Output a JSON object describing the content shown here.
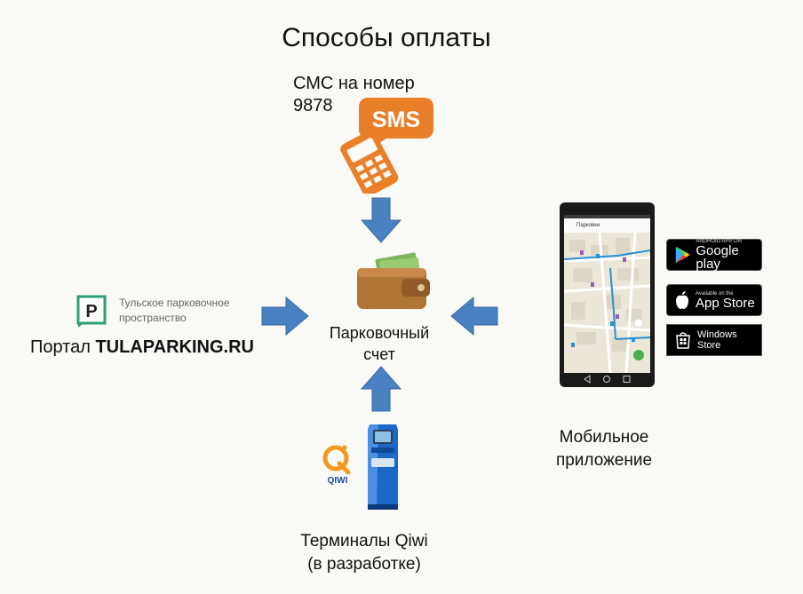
{
  "title": "Способы оплаты",
  "sms": {
    "caption_line1": "СМС на номер",
    "caption_line2": "9878",
    "icon_text": "SMS"
  },
  "center": {
    "caption_line1": "Парковочный",
    "caption_line2": "счет"
  },
  "portal": {
    "brand_line1": "Тульское парковочное",
    "brand_line2": "пространство",
    "logo_letter": "P",
    "caption_prefix": "Портал ",
    "caption_site": "TULAPARKING.RU"
  },
  "mobile": {
    "caption_line1": "Мобильное",
    "caption_line2": "приложение",
    "app_title": "Парковки",
    "stores": {
      "google_small": "ANDROID APP ON",
      "google_big": "Google play",
      "apple_small": "Available on the",
      "apple_big": "App Store",
      "windows_line1": "Windows",
      "windows_line2": "Store"
    }
  },
  "qiwi": {
    "caption_line1": "Терминалы Qiwi",
    "caption_line2": "(в разработке)",
    "logo_text": "QIWI"
  },
  "colors": {
    "arrow": "#4a81c3",
    "sms_orange": "#ea7f2a",
    "wallet_brown": "#b07435",
    "portal_green": "#2d9e72",
    "qiwi_orange": "#f39a1e",
    "terminal_blue": "#1d68c4"
  }
}
